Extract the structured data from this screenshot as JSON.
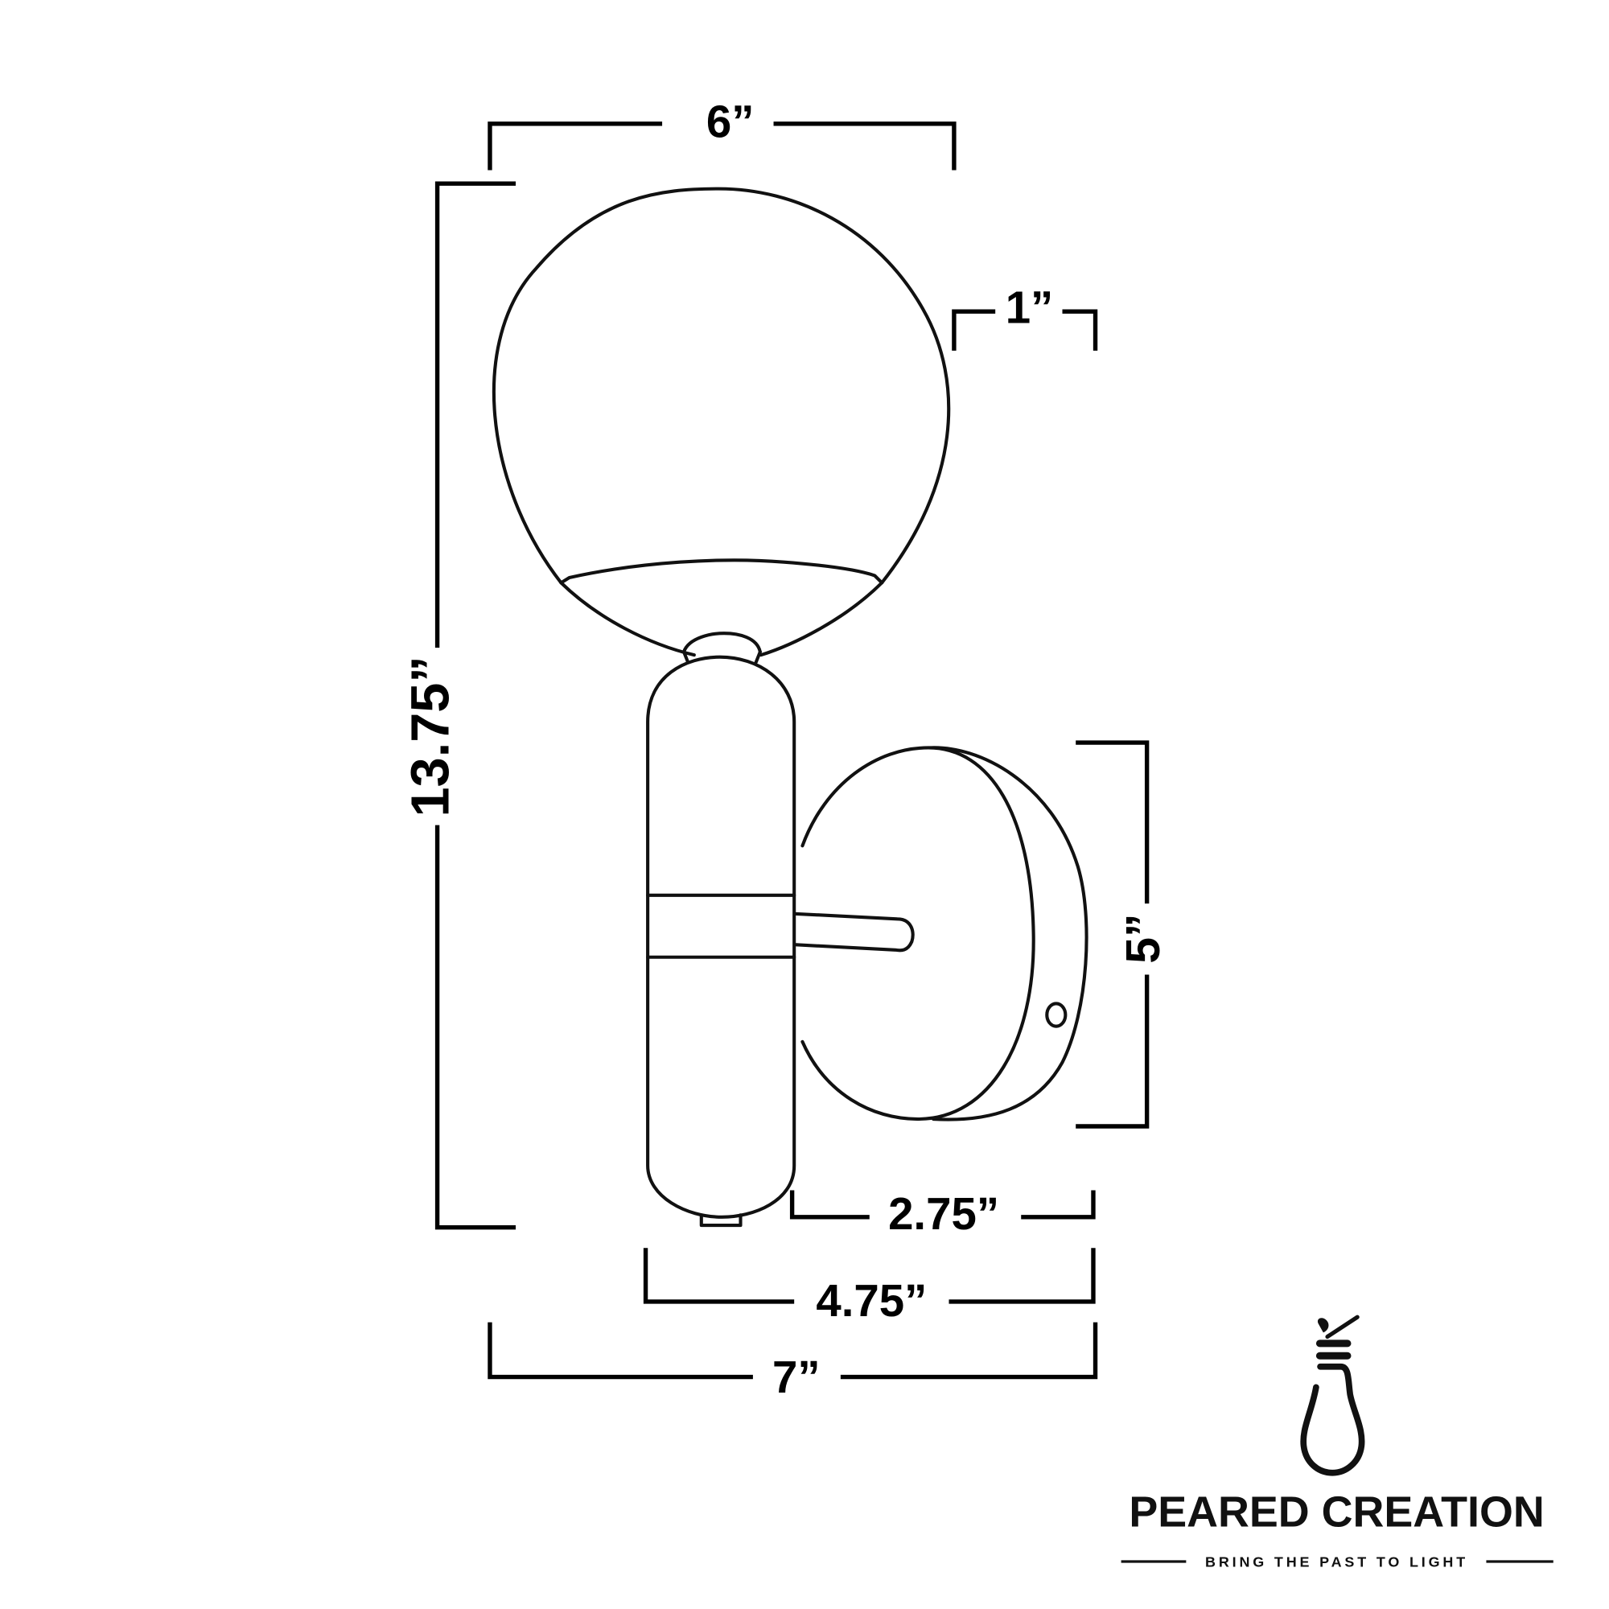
{
  "diagram": {
    "subject": "wall sconce with globe shade, dimension drawing",
    "dimensions": {
      "globe_width": "6”",
      "total_height": "13.75”",
      "globe_offset": "1”",
      "backplate_height": "5”",
      "backplate_to_arm": "2.75”",
      "arm_extension": "4.75”",
      "total_depth": "7”"
    },
    "colors": {
      "line": "#111111",
      "background": "#ffffff"
    }
  },
  "logo": {
    "name": "PEARED CREATION",
    "tagline": "BRING THE PAST TO LIGHT",
    "icon": "pear-lightbulb-icon"
  }
}
